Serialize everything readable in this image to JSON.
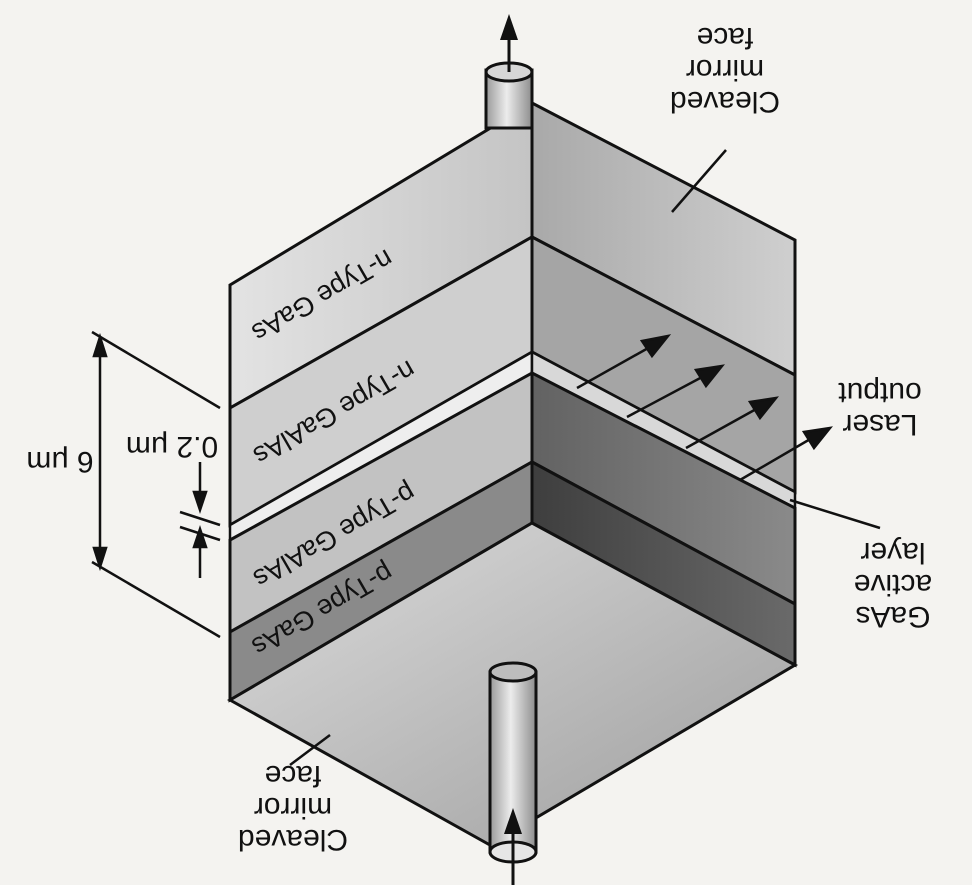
{
  "diagram": {
    "orientation_note_visible": false,
    "labels": {
      "cleaved_mirror_top": [
        "Cleaved",
        "mirror",
        "face"
      ],
      "cleaved_mirror_bottom": [
        "Cleaved",
        "mirror",
        "face"
      ],
      "laser_output": [
        "Laser",
        "output"
      ],
      "gaas_active_layer": [
        "GaAs",
        "active",
        "layer"
      ],
      "dim_total": "6 μm",
      "dim_active": "0.2 μm"
    },
    "layers": [
      {
        "name": "n-Type GaAs",
        "color": "#c9c9c9"
      },
      {
        "name": "n-Type GaAlAs",
        "color": "#b9b9b9"
      },
      {
        "name": "active",
        "color": "#dadada"
      },
      {
        "name": "p-Type GaAlAs",
        "color": "#a6a6a6"
      },
      {
        "name": "p-Type GaAs",
        "color": "#7e7e7e"
      }
    ],
    "colors": {
      "background": "#f4f3f0",
      "outline": "#111111",
      "top_face": "#bdbdbd",
      "contact": "#cfcfcf"
    }
  }
}
